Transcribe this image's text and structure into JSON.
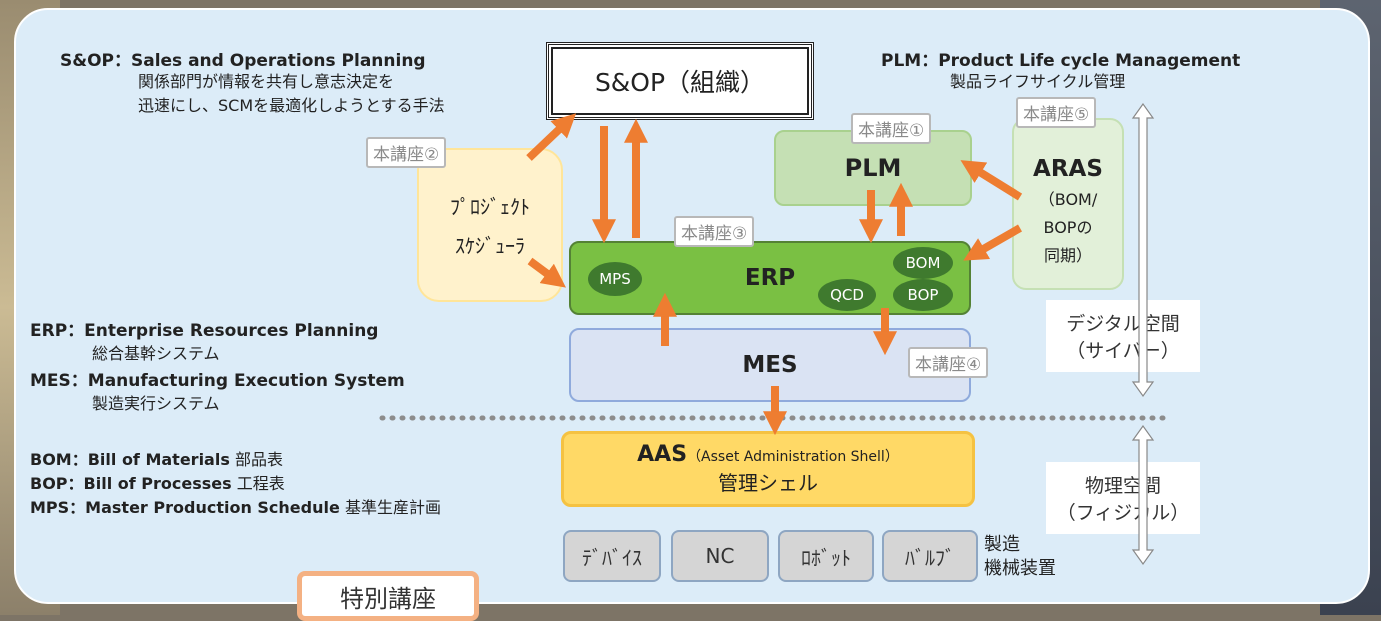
{
  "definitions": {
    "sop": {
      "term": "S&OP：Sales and Operations Planning",
      "line1": "関係部門が情報を共有し意志決定を",
      "line2": "迅速にし、SCMを最適化しようとする手法"
    },
    "plm": {
      "term": "PLM：Product Life cycle Management",
      "line1": "製品ライフサイクル管理"
    },
    "erp": {
      "term": "ERP：Enterprise Resources Planning",
      "line1": "総合基幹システム"
    },
    "mes": {
      "term": "MES：Manufacturing Execution System",
      "line1": "製造実行システム"
    },
    "bom": {
      "term": "BOM：Bill of Materials",
      "desc": "部品表"
    },
    "bop": {
      "term": "BOP：Bill of Processes",
      "desc": "工程表"
    },
    "mps": {
      "term": "MPS：Master Production Schedule",
      "desc": "基準生産計画"
    }
  },
  "nodes": {
    "sop": "S&OP（組織）",
    "scheduler_line1": "ﾌﾟﾛｼﾞｪｸﾄ",
    "scheduler_line2": "ｽｹｼﾞｭｰﾗ",
    "plm": "PLM",
    "aras_title": "ARAS",
    "aras_line1": "（BOM/",
    "aras_line2": "BOPの",
    "aras_line3": "同期）",
    "erp": "ERP",
    "mps": "MPS",
    "qcd": "QCD",
    "bom": "BOM",
    "bop": "BOP",
    "mes": "MES",
    "aas_title": "AAS",
    "aas_sub": "（Asset Administration Shell）",
    "aas_line2": "管理シェル"
  },
  "badges": {
    "course1": "本講座①",
    "course2": "本講座②",
    "course3": "本講座③",
    "course4": "本講座④",
    "course5": "本講座⑤",
    "special": "特別講座"
  },
  "devices": {
    "device": "ﾃﾞﾊﾞｲｽ",
    "nc": "NC",
    "robot": "ﾛﾎﾞｯﾄ",
    "valve": "ﾊﾞﾙﾌﾞ",
    "label_line1": "製造",
    "label_line2": "機械装置"
  },
  "spaces": {
    "digital_line1": "デジタル空間",
    "digital_line2": "（サイバー）",
    "physical_line1": "物理空間",
    "physical_line2": "（フィジカル）"
  },
  "colors": {
    "panel": "#dcecf8",
    "arrow": "#ee7d31",
    "erp_green": "#7ac043",
    "ellipse_green": "#3f7a2e",
    "plm_green": "#c5e0b4",
    "aras_green": "#e2f0d9",
    "mes_blue": "#dae3f3",
    "aas_yellow": "#ffd966",
    "scheduler_yellow": "#fff2cc",
    "special_border": "#f4b183"
  }
}
